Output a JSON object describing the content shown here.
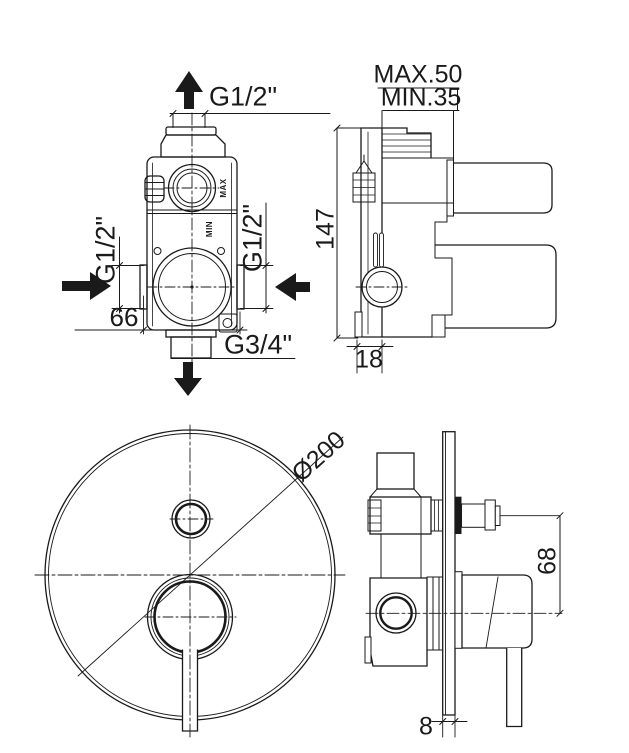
{
  "drawing": {
    "background_color": "#ffffff",
    "line_color": "#1a1a1a",
    "views": {
      "valve_front": {
        "top_connection": "G1/2\"",
        "left_connection": "G1/2\"",
        "right_connection": "G1/2\"",
        "bottom_connection": "G3/4\"",
        "width_dim": "66",
        "max_marking": "MAX",
        "min_marking": "MIN"
      },
      "valve_side": {
        "install_depth_max": "MAX.50",
        "install_depth_min": "MIN.35",
        "height_dim": "147",
        "depth_dim": "18"
      },
      "trim_front": {
        "plate_diameter": "Ø200"
      },
      "trim_side": {
        "diverter_offset_dim": "68",
        "plate_thickness_dim": "8"
      }
    }
  }
}
